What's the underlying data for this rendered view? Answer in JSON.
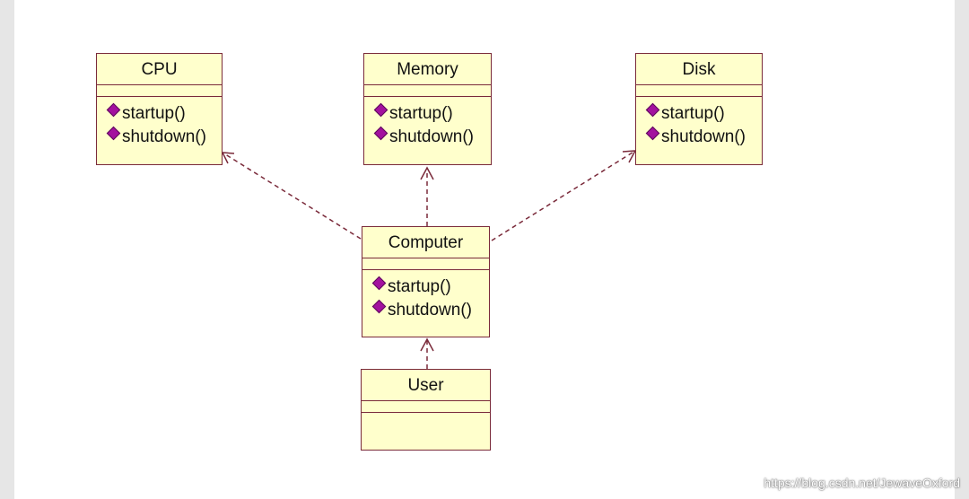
{
  "diagram": {
    "classes": [
      {
        "id": "cpu",
        "name": "CPU",
        "operations": [
          "startup()",
          "shutdown()"
        ]
      },
      {
        "id": "memory",
        "name": "Memory",
        "operations": [
          "startup()",
          "shutdown()"
        ]
      },
      {
        "id": "disk",
        "name": "Disk",
        "operations": [
          "startup()",
          "shutdown()"
        ]
      },
      {
        "id": "computer",
        "name": "Computer",
        "operations": [
          "startup()",
          "shutdown()"
        ]
      },
      {
        "id": "user",
        "name": "User",
        "operations": []
      }
    ],
    "dependencies": [
      {
        "from": "computer",
        "to": "cpu"
      },
      {
        "from": "computer",
        "to": "memory"
      },
      {
        "from": "computer",
        "to": "disk"
      },
      {
        "from": "user",
        "to": "computer"
      }
    ],
    "operation_icon": "method-diamond-icon",
    "line_color": "#7a2a3a",
    "class_fill": "#ffffcc",
    "operation_icon_color": "#a3119e"
  },
  "watermark": "https://blog.csdn.net/JewaveOxford"
}
